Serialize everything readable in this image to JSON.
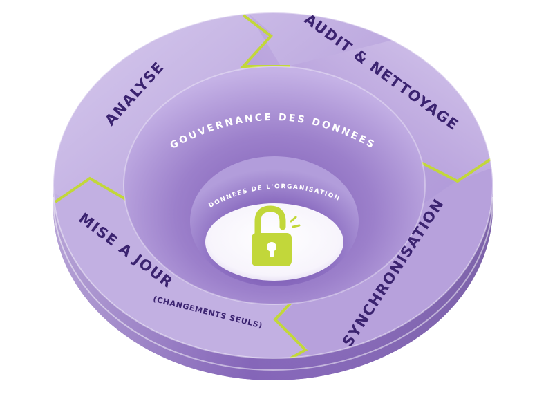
{
  "diagram": {
    "segments": {
      "analyse": "ANALYSE",
      "audit": "AUDIT & NETTOYAGE",
      "synchronisation": "SYNCHRONISATION",
      "mise_a_jour": "MISE A JOUR",
      "mise_a_jour_note": "(CHANGEMENTS SEULS)"
    },
    "rings": {
      "middle": "GOUVERNANCE DES DONNEES",
      "inner": "DONNEES DE L'ORGANISATION"
    },
    "icon": "padlock-open-icon",
    "colors": {
      "accent": "#c2d73a",
      "segment_text": "#3b2370",
      "rim": "#8e6fc1",
      "funnel": "#a58bd2"
    }
  }
}
